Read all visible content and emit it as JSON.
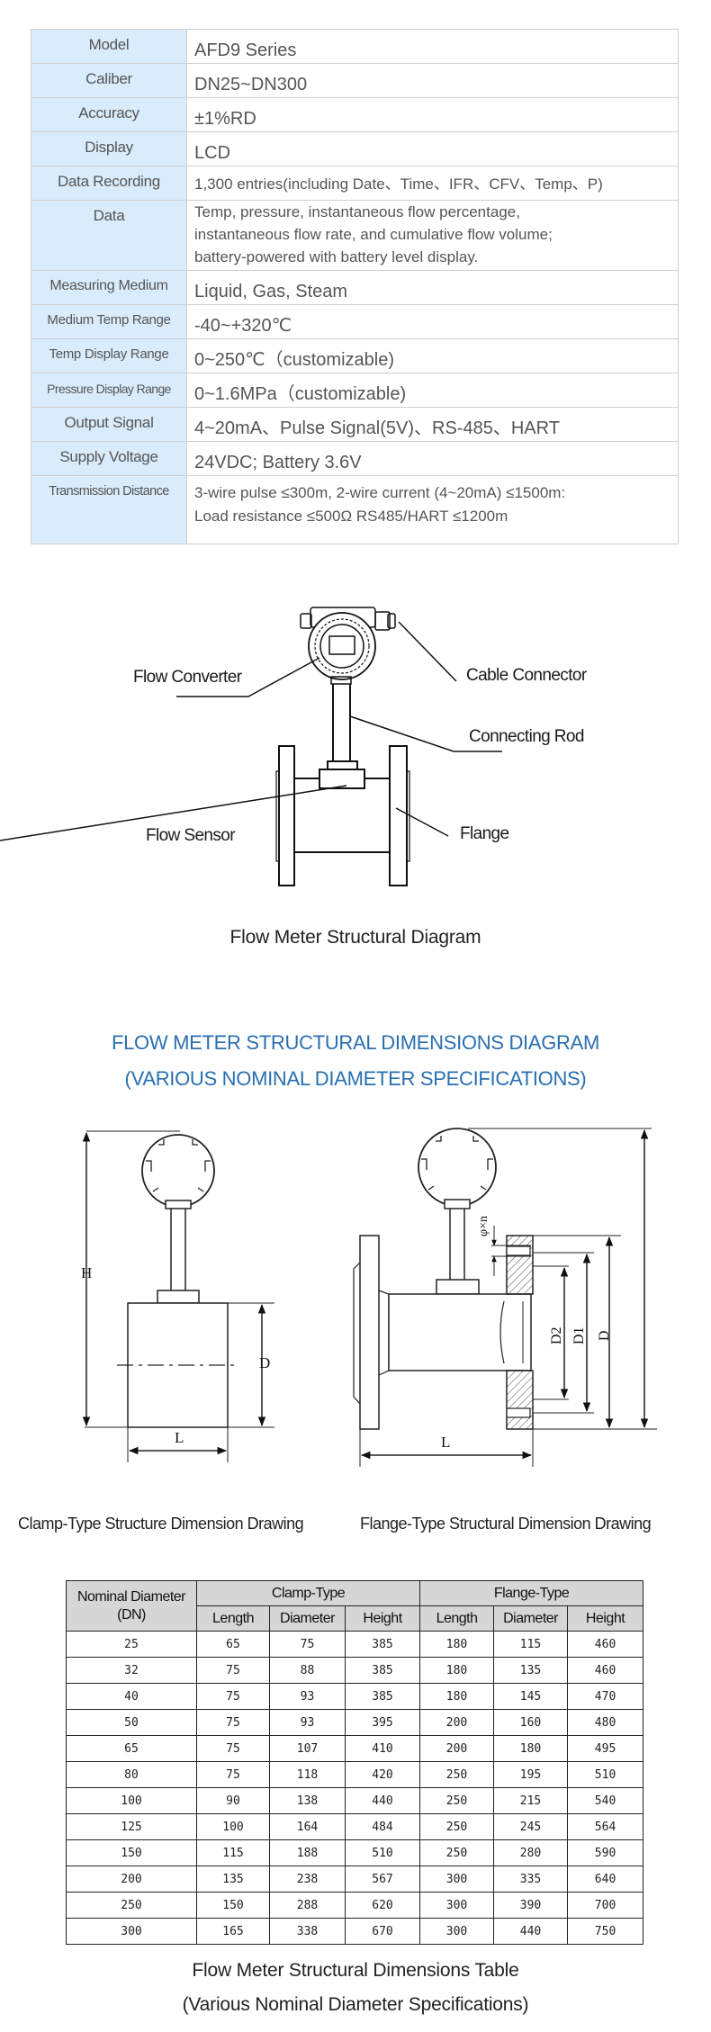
{
  "specs": [
    {
      "label": "Model",
      "value": "AFD9 Series"
    },
    {
      "label": "Caliber",
      "value": "DN25~DN300"
    },
    {
      "label": "Accuracy",
      "value": "±1%RD"
    },
    {
      "label": "Display",
      "value": "LCD"
    },
    {
      "label": "Data Recording",
      "value": "1,300 entries(including Date、Time、IFR、CFV、Temp、P)"
    },
    {
      "label": "Data",
      "value_lines": [
        "Temp, pressure, instantaneous flow percentage,",
        "instantaneous flow rate, and cumulative flow volume;",
        "battery-powered with battery level display."
      ]
    },
    {
      "label": "Measuring Medium",
      "value": "Liquid, Gas, Steam"
    },
    {
      "label": "Medium Temp Range",
      "value": "-40~+320℃"
    },
    {
      "label": "Temp Display Range",
      "value": "0~250℃（customizable)"
    },
    {
      "label": "Pressure Display Range",
      "value": "0~1.6MPa（customizable)"
    },
    {
      "label": "Output Signal",
      "value": "4~20mA、Pulse Signal(5V)、RS-485、HART"
    },
    {
      "label": "Supply Voltage",
      "value": "24VDC; Battery 3.6V"
    },
    {
      "label": "Transmission Distance",
      "value_lines": [
        "3-wire pulse ≤300m, 2-wire current (4~20mA) ≤1500m:",
        "Load resistance ≤500Ω RS485/HART ≤1200m"
      ]
    }
  ],
  "structure_diagram": {
    "labels": {
      "flow_converter": "Flow Converter",
      "cable_connector": "Cable Connector",
      "connecting_rod": "Connecting Rod",
      "flow_sensor": "Flow Sensor",
      "flange": "Flange"
    },
    "caption": "Flow Meter Structural Diagram"
  },
  "dimensions_section": {
    "title_line1": "FLOW METER STRUCTURAL DIMENSIONS DIAGRAM",
    "title_line2": "(VARIOUS NOMINAL DIAMETER SPECIFICATIONS)",
    "title_color": "#2a6fb0",
    "clamp_drawing": {
      "caption": "Clamp-Type Structure Dimension Drawing",
      "dim_labels": {
        "height": "H",
        "diameter": "D",
        "length": "L"
      }
    },
    "flange_drawing": {
      "caption": "Flange-Type Structural Dimension Drawing",
      "dim_labels": {
        "hole": "φ×n",
        "d2": "D2",
        "d1": "D1",
        "d": "D",
        "length": "L"
      }
    }
  },
  "dimensions_table": {
    "header_dn_line1": "Nominal Diameter",
    "header_dn_line2": "(DN)",
    "group_clamp": "Clamp-Type",
    "group_flange": "Flange-Type",
    "subheaders": [
      "Length",
      "Diameter",
      "Height",
      "Length",
      "Diameter",
      "Height"
    ],
    "rows": [
      [
        "25",
        "65",
        "75",
        "385",
        "180",
        "115",
        "460"
      ],
      [
        "32",
        "75",
        "88",
        "385",
        "180",
        "135",
        "460"
      ],
      [
        "40",
        "75",
        "93",
        "385",
        "180",
        "145",
        "470"
      ],
      [
        "50",
        "75",
        "93",
        "395",
        "200",
        "160",
        "480"
      ],
      [
        "65",
        "75",
        "107",
        "410",
        "200",
        "180",
        "495"
      ],
      [
        "80",
        "75",
        "118",
        "420",
        "250",
        "195",
        "510"
      ],
      [
        "100",
        "90",
        "138",
        "440",
        "250",
        "215",
        "540"
      ],
      [
        "125",
        "100",
        "164",
        "484",
        "250",
        "245",
        "564"
      ],
      [
        "150",
        "115",
        "188",
        "510",
        "250",
        "280",
        "590"
      ],
      [
        "200",
        "135",
        "238",
        "567",
        "300",
        "335",
        "640"
      ],
      [
        "250",
        "150",
        "288",
        "620",
        "300",
        "390",
        "700"
      ],
      [
        "300",
        "165",
        "338",
        "670",
        "300",
        "440",
        "750"
      ]
    ],
    "caption_line1": "Flow Meter Structural Dimensions Table",
    "caption_line2": "(Various Nominal Diameter Specifications)"
  }
}
